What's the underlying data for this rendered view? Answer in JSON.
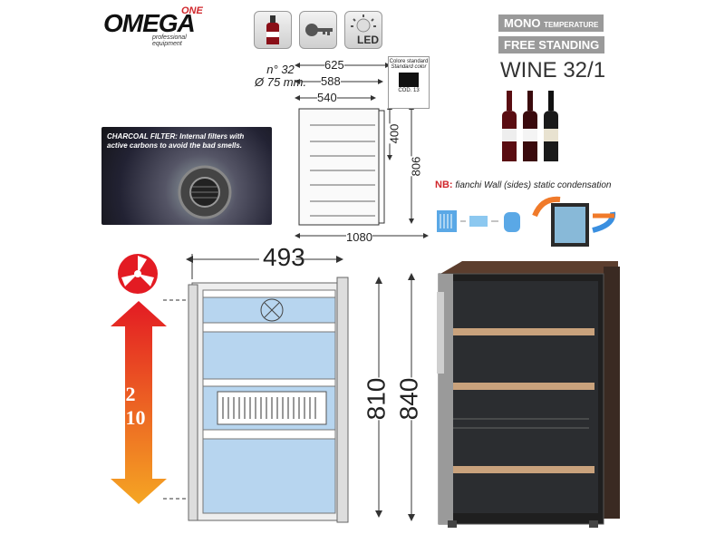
{
  "logo": {
    "main": "OMEGA",
    "one": "ONE",
    "sub": "professional equipment"
  },
  "features": {
    "bottle_caption_1": "n° 32",
    "bottle_caption_2": "Ø 75 mm.",
    "led_label": "LED"
  },
  "top_drawing": {
    "widths": [
      "625",
      "588",
      "540"
    ],
    "heights": [
      "400",
      "806"
    ],
    "open_width": "1080"
  },
  "color_standard": {
    "title": "Colore standard",
    "subtitle": "Standard color",
    "code": "COD. 13"
  },
  "header": {
    "mono": "MONO",
    "temperature": "TEMPERATURE",
    "free_standing": "FREE STANDING",
    "model": "WINE 32/1"
  },
  "filter": {
    "label": "CHARCOAL FILTER:",
    "text": "Internal filters with active carbons to avoid the bad smells."
  },
  "nb": {
    "prefix": "NB:",
    "text_1": "fianchi",
    "text_2": "Wall (sides) static condensation"
  },
  "front_drawing": {
    "width": "493",
    "height_1": "810",
    "height_2": "840"
  },
  "temperature_range": {
    "high": "+2",
    "low": "+10"
  },
  "colors": {
    "brand_red": "#d0262b",
    "arrow_top": "#e31b23",
    "arrow_bottom": "#f5a623",
    "blue_shelf": "#b7d5ef"
  }
}
